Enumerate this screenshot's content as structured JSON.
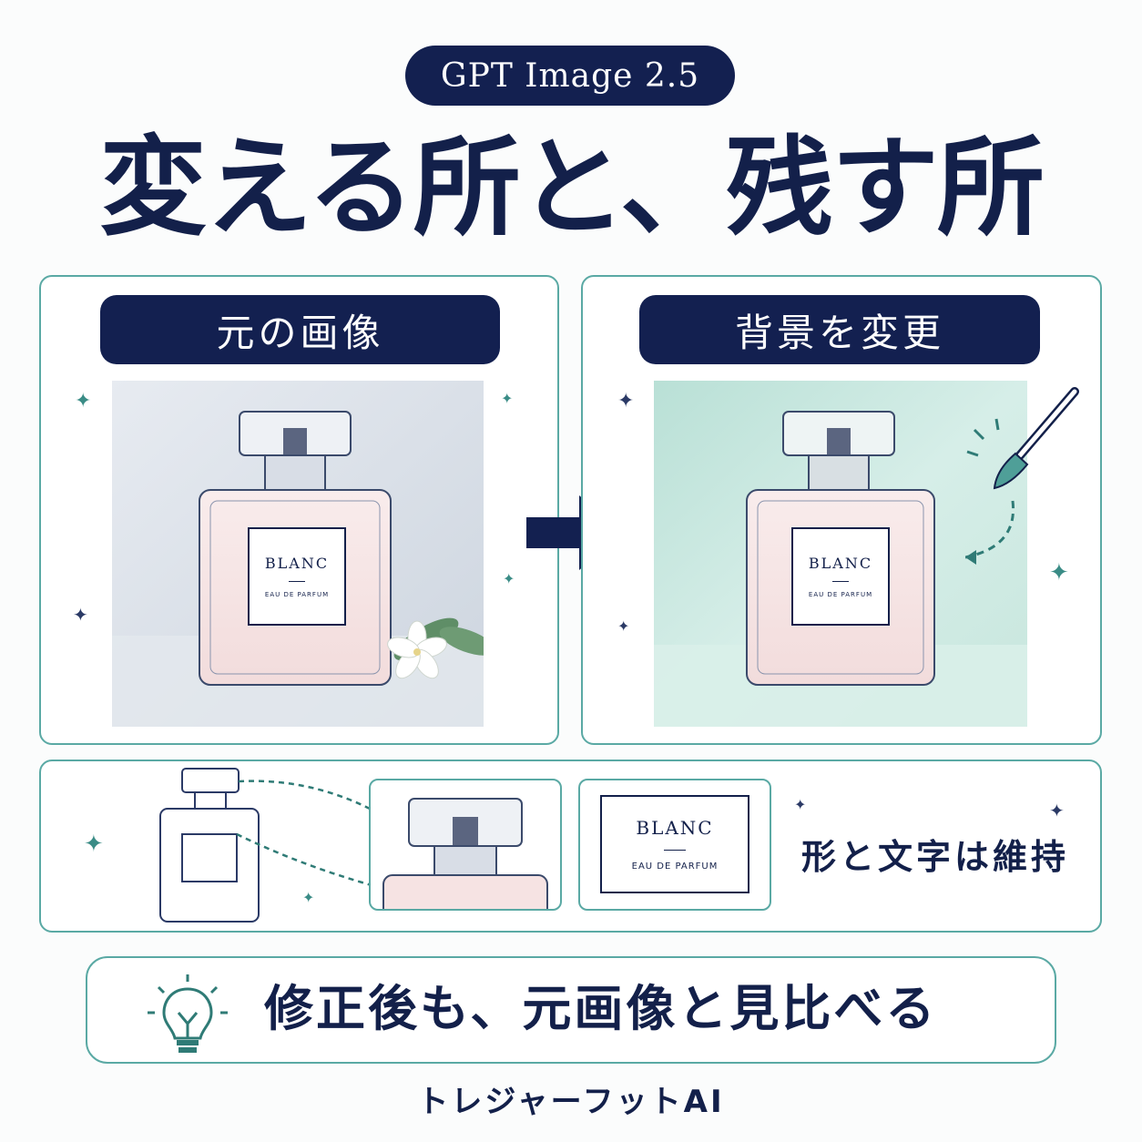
{
  "badge": "GPT Image 2.5",
  "headline": "変える所と、残す所",
  "panels": {
    "left_label": "元の画像",
    "right_label": "背景を変更"
  },
  "bottle_label": {
    "brand": "BLANC",
    "subtitle": "EAU DE PARFUM"
  },
  "keep_text": "形と文字は維持",
  "tip_text": "修正後も、元画像と見比べる",
  "footer": "トレジャーフットAI",
  "colors": {
    "navy": "#132050",
    "teal": "#5aa9a4",
    "mint": "#cfe9e2",
    "gray_bg": "#dde3ea",
    "pink_glass": "#f6e3e3"
  },
  "icons": [
    "sparkle-icon",
    "arrow-right-icon",
    "paintbrush-icon",
    "lightbulb-icon",
    "flower-icon"
  ]
}
